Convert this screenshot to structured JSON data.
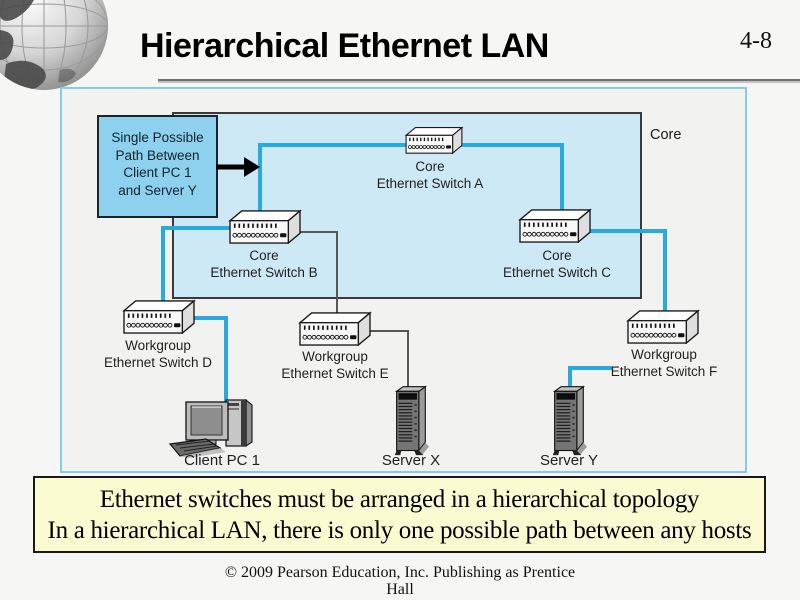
{
  "slide": {
    "title": "Hierarchical Ethernet LAN",
    "page_number": "4-8",
    "footer": {
      "line1": "© 2009 Pearson Education, Inc.  Publishing as Prentice",
      "line2": "Hall"
    }
  },
  "banner": {
    "line1": "Ethernet switches must be arranged in a hierarchical topology",
    "line2": "In a hierarchical LAN, there is only one possible path between any hosts"
  },
  "diagram": {
    "region_label": "Core",
    "callout": {
      "line1": "Single Possible",
      "line2": "Path Between",
      "line3": "Client PC 1",
      "line4": "and Server Y"
    },
    "switches": [
      {
        "line1": "Core",
        "line2": "Ethernet Switch A"
      },
      {
        "line1": "Core",
        "line2": "Ethernet Switch B"
      },
      {
        "line1": "Core",
        "line2": "Ethernet Switch C"
      },
      {
        "line1": "Workgroup",
        "line2": "Ethernet Switch D"
      },
      {
        "line1": "Workgroup",
        "line2": "Ethernet Switch E"
      },
      {
        "line1": "Workgroup",
        "line2": "Ethernet Switch F"
      }
    ],
    "endpoints": [
      {
        "label": "Client PC 1"
      },
      {
        "label": "Server X"
      },
      {
        "label": "Server Y"
      }
    ],
    "icons": {
      "logo": "globe-icon",
      "switch": "ethernet-switch-icon",
      "server": "server-tower-icon",
      "pc": "desktop-pc-icon",
      "pointer": "right-arrow-icon"
    }
  },
  "colors": {
    "highlight": "#29a9e1",
    "core-fill": "#cde9f6",
    "callout-fill": "#8ed1ee",
    "content-bg": "#f2f2f1",
    "content-border": "#82cbec",
    "banner-fill": "#fbfbd2",
    "link-gray": "#575757"
  }
}
